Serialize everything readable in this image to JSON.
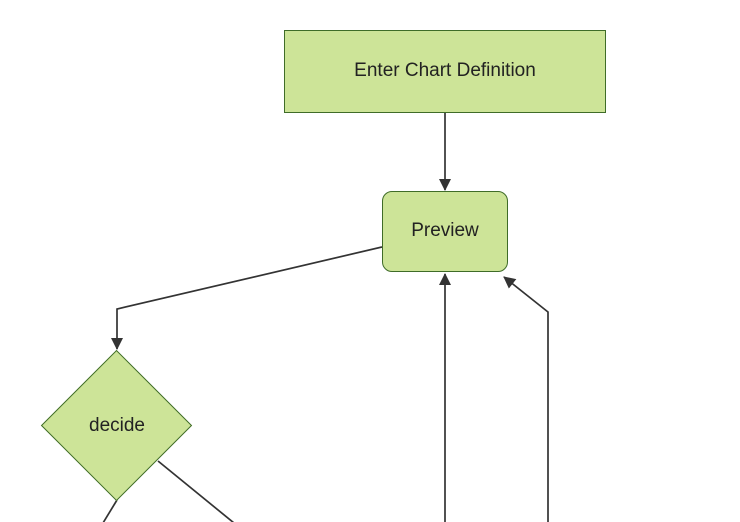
{
  "diagram": {
    "type": "flowchart",
    "orientation": "top-down",
    "background_color": "#ffffff",
    "theme": {
      "node_fill": "#cde498",
      "node_border": "#3f6c28",
      "edge_color": "#333333",
      "arrowhead_color": "#333333",
      "label_color": "#222222"
    },
    "nodes": [
      {
        "id": "A",
        "label": "Enter Chart Definition",
        "shape": "rectangle"
      },
      {
        "id": "B",
        "label": "Preview",
        "shape": "rounded-rectangle"
      },
      {
        "id": "C",
        "label": "decide",
        "shape": "diamond"
      }
    ],
    "edges": [
      {
        "from": "Enter Chart Definition",
        "to": "Preview",
        "arrowhead_visible": true
      },
      {
        "from": "Preview",
        "to": "decide",
        "arrowhead_visible": true
      },
      {
        "from": "offscreen-below",
        "to": "Preview",
        "arrowhead_visible": true
      },
      {
        "from": "offscreen-below-right",
        "to": "Preview",
        "arrowhead_visible": true
      },
      {
        "from": "decide",
        "to": "offscreen-below-left",
        "arrowhead_visible": false
      },
      {
        "from": "decide",
        "to": "offscreen-below-right",
        "arrowhead_visible": false
      }
    ]
  }
}
